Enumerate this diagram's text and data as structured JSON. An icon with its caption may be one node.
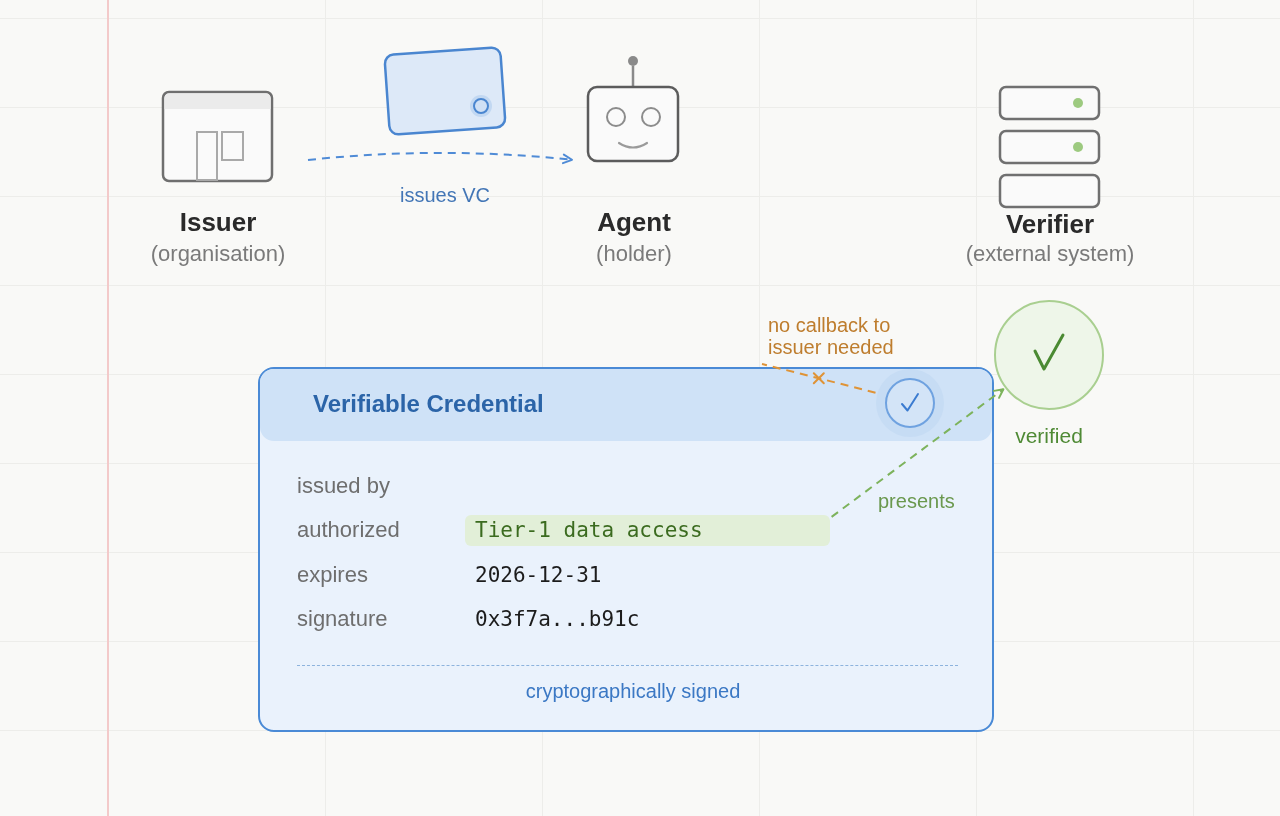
{
  "diagram": {
    "nodes": [
      {
        "text": [
          "Issuer",
          "(organisation)"
        ]
      },
      {
        "text": [
          "Agent",
          "(holder)"
        ]
      },
      {
        "text": [
          "Verifier",
          "(external system)"
        ]
      },
      {
        "text": [],
        "shape": "circle",
        "beside": [
          "verified"
        ]
      },
      {
        "text": [
          "issued by",
          "authorized",
          "expires",
          "2026-12-31",
          "signature",
          "0x3f7a...b91c",
          "cryptographically signed"
        ]
      },
      {
        "text": [
          "Verifiable Credential"
        ],
        "in": 4
      },
      {
        "text": [],
        "shape": "circle",
        "in": 5
      },
      {
        "text": [
          "Tier-1 data access"
        ],
        "in": 4
      }
    ],
    "edges": [
      {
        "from": 0,
        "to": 1,
        "arrow": "to",
        "label": "issues VC",
        "style": "dashed",
        "color": "#4f8bd6"
      },
      {
        "from": 6,
        "to": null,
        "arrow": "none",
        "label": "no callback to issuer needed",
        "style": "dashed",
        "color": "#df9336"
      },
      {
        "from": 7,
        "to": 3,
        "arrow": "to",
        "label": "presents",
        "style": "dashed",
        "color": "#7db35c"
      }
    ]
  }
}
